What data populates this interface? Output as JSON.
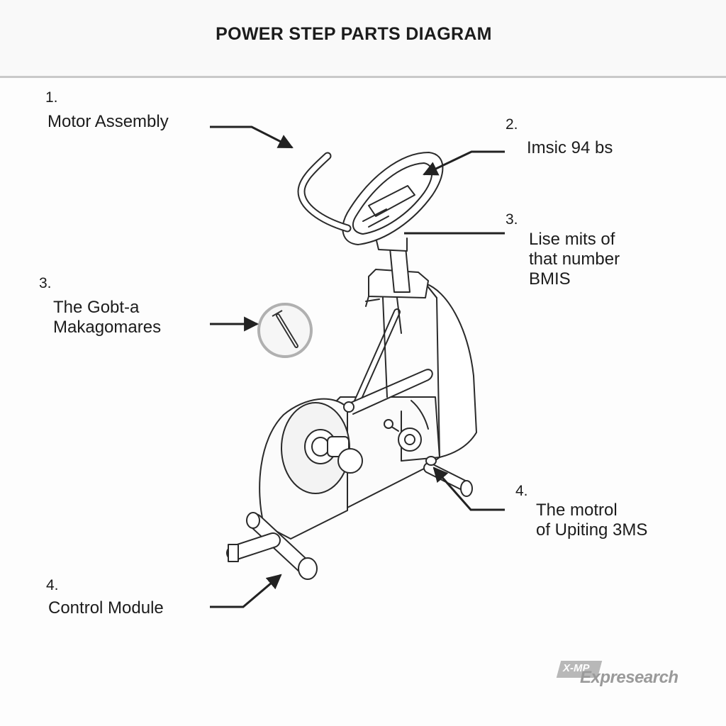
{
  "title": "POWER STEP PARTS DIAGRAM",
  "callouts": [
    {
      "number": "1.",
      "text": "Motor Assembly"
    },
    {
      "number": "2.",
      "text": "Imsic 94 bs"
    },
    {
      "number": "3.",
      "text": "Lise mits of\nthat number\nBMIS"
    },
    {
      "number": "3.",
      "text": "The Gobt-a\nMakagomares"
    },
    {
      "number": "4.",
      "text": "The motrol\nof Upiting 3MS"
    },
    {
      "number": "4.",
      "text": "Control Module"
    }
  ],
  "watermark": {
    "badge": "X-MP",
    "word": "Expresearch"
  },
  "colors": {
    "header_bg": "#f9f9f9",
    "header_border": "#c9c9c9",
    "line": "#222222",
    "text": "#1c1c1c"
  }
}
